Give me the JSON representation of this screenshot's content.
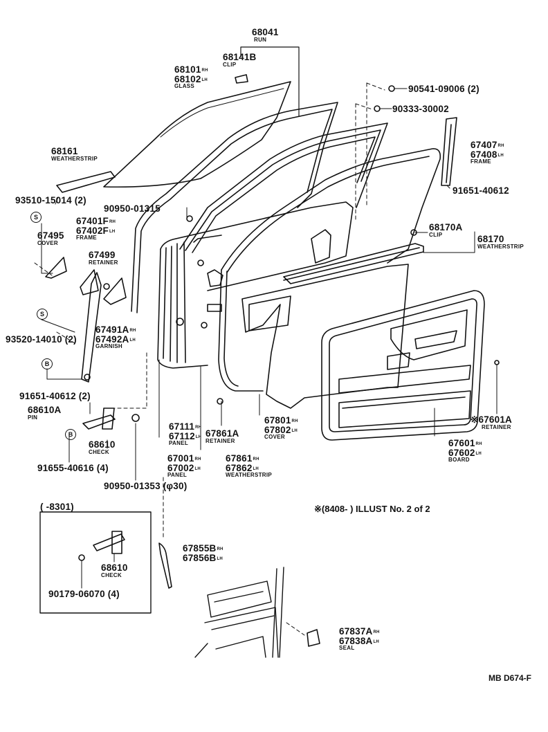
{
  "parts": {
    "run": {
      "num": "68041",
      "name": "RUN"
    },
    "clip_top": {
      "num": "68141B",
      "name": "CLIP"
    },
    "glass": {
      "num1": "68101",
      "side1": "RH",
      "num2": "68102",
      "side2": "LH",
      "name": "GLASS"
    },
    "screw1": {
      "num": "90541-09006 (2)"
    },
    "screw2": {
      "num": "90333-30002"
    },
    "weatherstrip_top": {
      "num": "68161",
      "name": "WEATHERSTRIP"
    },
    "frame_right": {
      "num1": "67407",
      "side1": "RH",
      "num2": "67408",
      "side2": "LH",
      "name": "FRAME"
    },
    "bolt_right": {
      "num": "91651-40612"
    },
    "screw3": {
      "num": "93510-15014 (2)"
    },
    "plug": {
      "num": "90950-01315"
    },
    "frame_left": {
      "num1": "67401F",
      "side1": "RH",
      "num2": "67402F",
      "side2": "LH",
      "name": "FRAME"
    },
    "cover": {
      "num": "67495",
      "name": "COVER"
    },
    "retainer": {
      "num": "67499",
      "name": "RETAINER"
    },
    "clip_right": {
      "num": "68170A",
      "name": "CLIP"
    },
    "weatherstrip_right": {
      "num": "68170",
      "name": "WEATHERSTRIP"
    },
    "garnish": {
      "num1": "67491A",
      "side1": "RH",
      "num2": "67492A",
      "side2": "LH",
      "name": "GARNISH"
    },
    "screw4": {
      "num": "93520-14010 (2)"
    },
    "bolt_left": {
      "num": "91651-40612 (2)"
    },
    "pin": {
      "num": "68610A",
      "name": "PIN"
    },
    "check": {
      "num": "68610",
      "name": "CHECK"
    },
    "bolt_check": {
      "num": "91655-40616 (4)"
    },
    "panel_inner": {
      "num1": "67111",
      "side1": "RH",
      "num2": "67112",
      "side2": "LH",
      "name": "PANEL"
    },
    "retainer2": {
      "num": "67861A",
      "name": "RETAINER"
    },
    "cover2": {
      "num1": "67801",
      "side1": "RH",
      "num2": "67802",
      "side2": "LH",
      "name": "COVER"
    },
    "retainer3": {
      "num": "※67601A",
      "name": "RETAINER"
    },
    "board": {
      "num1": "67601",
      "side1": "RH",
      "num2": "67602",
      "side2": "LH",
      "name": "BOARD"
    },
    "panel_outer": {
      "num1": "67001",
      "side1": "RH",
      "num2": "67002",
      "side2": "LH",
      "name": "PANEL"
    },
    "weatherstrip_door": {
      "num1": "67861",
      "side1": "RH",
      "num2": "67862",
      "side2": "LH",
      "name": "WEATHERSTRIP"
    },
    "plug2": {
      "num": "90950-01353 (φ30)"
    },
    "inset_range": {
      "text": "(       -8301)"
    },
    "check_inset": {
      "num": "68610",
      "name": "CHECK"
    },
    "bolt_inset": {
      "num": "90179-06070 (4)"
    },
    "moulding": {
      "num1": "67855B",
      "side1": "RH",
      "num2": "67856B",
      "side2": "LH"
    },
    "seal": {
      "num1": "67837A",
      "side1": "RH",
      "num2": "67838A",
      "side2": "LH",
      "name": "SEAL"
    }
  },
  "markers": {
    "s": "S",
    "b": "B"
  },
  "footnote": {
    "text": "※(8408-        ) ILLUST No. 2 of 2"
  },
  "code": {
    "text": "MB D674-F"
  }
}
